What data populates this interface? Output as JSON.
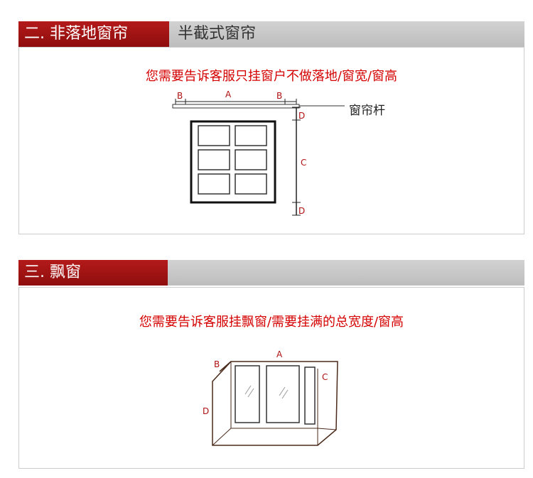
{
  "section1": {
    "tab_label": "二. 非落地窗帘",
    "alt_label": "半截式窗帘",
    "note": "您需要告诉客服只挂窗户不做落地/窗宽/窗高",
    "diagram": {
      "label_a": "A",
      "label_b_left": "B",
      "label_b_right": "B",
      "label_c": "C",
      "label_d_top": "D",
      "label_d_bottom": "D",
      "rod_label": "窗帘杆"
    }
  },
  "section2": {
    "tab_label": "三. 飘窗",
    "note": "您需要告诉客服挂飘窗/需要挂满的总宽度/窗高",
    "diagram": {
      "label_a": "A",
      "label_b": "B",
      "label_c": "C",
      "label_d": "D"
    }
  },
  "colors": {
    "accent_red": "#a81515",
    "note_red": "#d40000",
    "header_gray": "#c8c8c8"
  }
}
